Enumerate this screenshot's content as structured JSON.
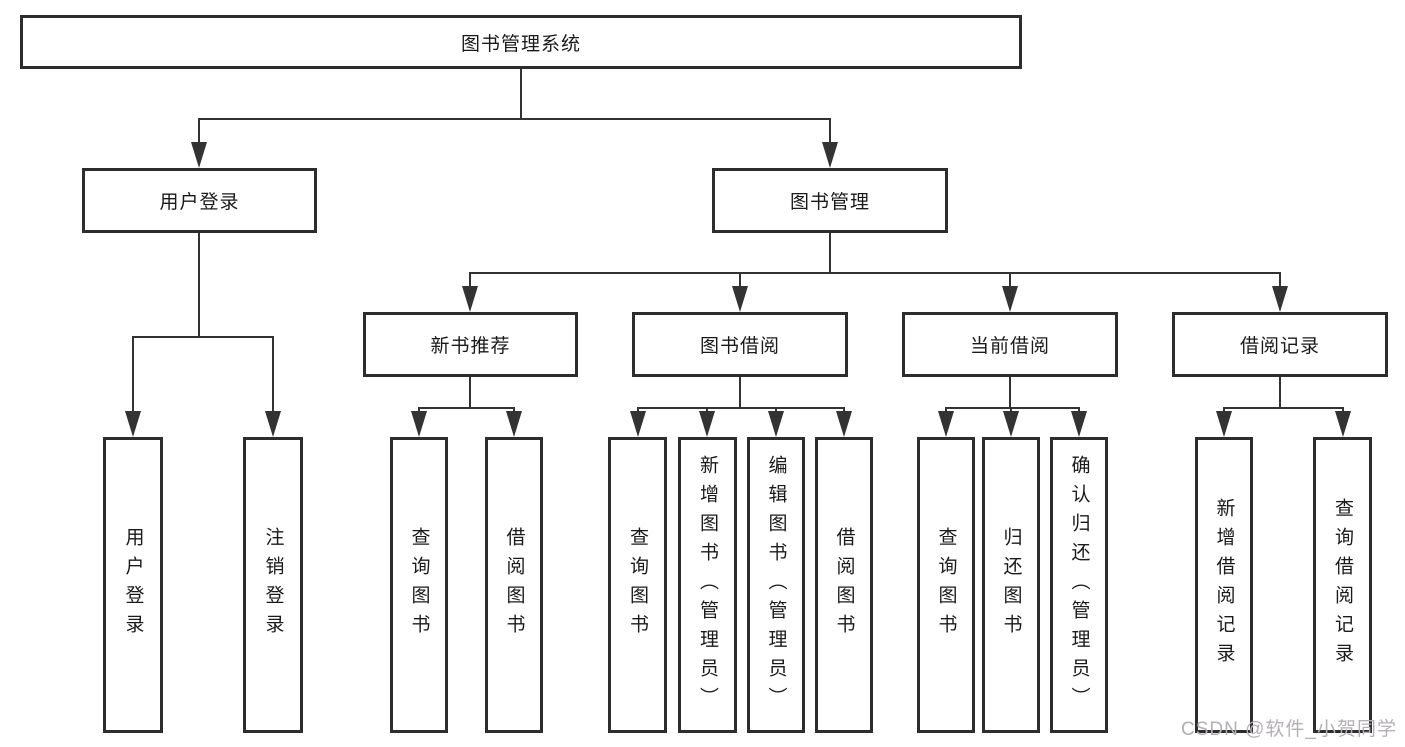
{
  "diagram": {
    "root": {
      "label": "图书管理系统"
    },
    "level1": [
      {
        "label": "用户登录"
      },
      {
        "label": "图书管理"
      }
    ],
    "level2": [
      {
        "label": "新书推荐"
      },
      {
        "label": "图书借阅"
      },
      {
        "label": "当前借阅"
      },
      {
        "label": "借阅记录"
      }
    ],
    "leaves": {
      "user_login": [
        "用户登录",
        "注销登录"
      ],
      "new_books": [
        "查询图书",
        "借阅图书"
      ],
      "book_borrowing": [
        "查询图书",
        "新增图书（管理员）",
        "编辑图书（管理员）",
        "借阅图书"
      ],
      "current_borrowing": [
        "查询图书",
        "归还图书",
        "确认归还（管理员）"
      ],
      "borrowing_records": [
        "新增借阅记录",
        "查询借阅记录"
      ]
    },
    "watermark": "CSDN @软件_小贺同学",
    "colors": {
      "background": "#ffffff",
      "box_border": "#2d2d2d",
      "connector": "#333333",
      "text": "#1a1a1a",
      "watermark": "#b3afb4"
    }
  }
}
